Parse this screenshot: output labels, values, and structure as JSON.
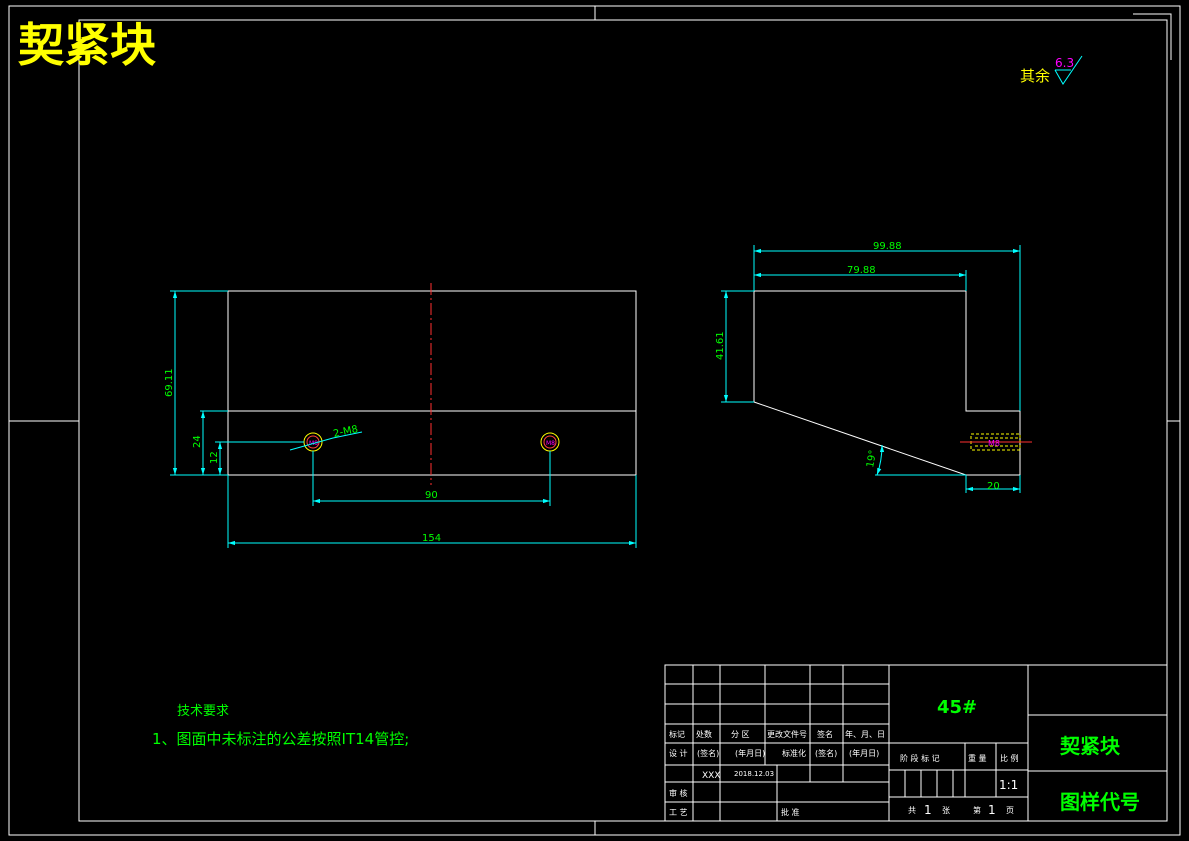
{
  "title": "契紧块",
  "surface_roughness": {
    "prefix": "其余",
    "value": "6.3"
  },
  "front_view": {
    "dims": {
      "height_total": "69.11",
      "h24": "24",
      "h12": "12",
      "spacing": "90",
      "length": "154"
    },
    "thread_callout": "2-M8",
    "hole_labels": [
      "M8",
      "M8"
    ]
  },
  "side_view": {
    "dims": {
      "top_width": "99.88",
      "inner_width": "79.88",
      "height": "41.61",
      "angle": "19°",
      "bottom": "20"
    },
    "thread_label": "M8"
  },
  "tech_requirements": {
    "heading": "技术要求",
    "items": [
      "1、图面中未标注的公差按照IT14管控;"
    ]
  },
  "title_block": {
    "material": "45#",
    "part_name": "契紧块",
    "drawing_code": "图样代号",
    "headers": [
      "标记",
      "处数",
      "分 区",
      "更改文件号",
      "签名",
      "年、月、日"
    ],
    "row_design": [
      "设 计",
      "(签名)",
      "(年月日)",
      "标准化",
      "(签名)",
      "(年月日)"
    ],
    "designer": "XXX",
    "date": "2018.12.03",
    "review_label": "审 核",
    "process_label": "工 艺",
    "approve_label": "批 准",
    "stage_headers": [
      "阶 段 标 记",
      "重 量",
      "比 例"
    ],
    "scale": "1:1",
    "sheets_total_label": "共",
    "sheets_total": "1",
    "sheets_unit": "张",
    "sheet_no_label": "第",
    "sheet_no": "1",
    "sheet_no_unit": "页"
  }
}
